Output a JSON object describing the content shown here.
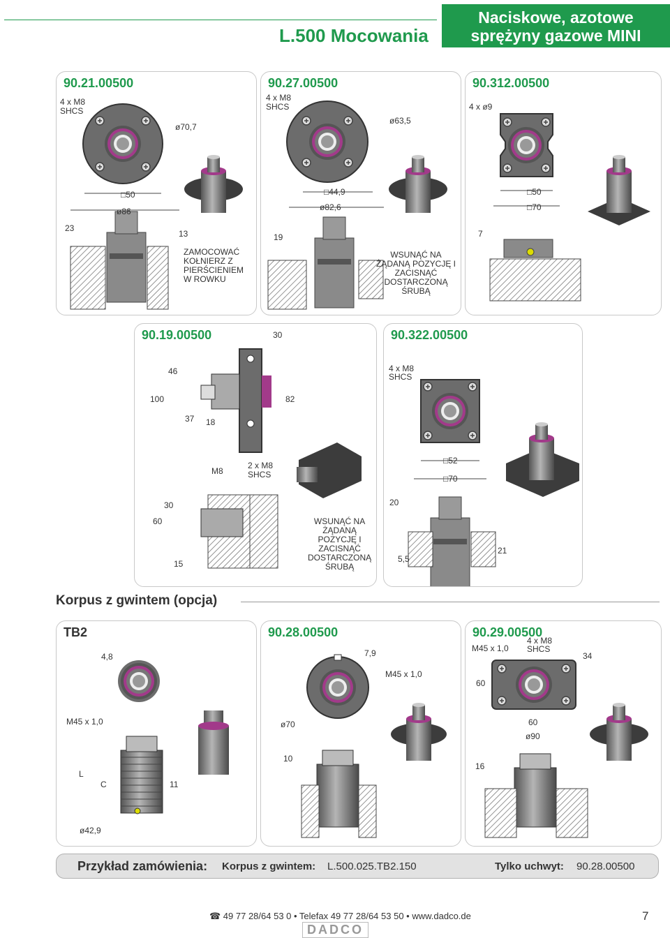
{
  "header": {
    "title": "L.500 Mocowania",
    "banner_line1": "Naciskowe, azotowe",
    "banner_line2": "sprężyny gazowe MINI"
  },
  "panels": {
    "p1": {
      "code": "90.21.00500",
      "bolts": "4 x M8",
      "bolts2": "SHCS",
      "d1": "ø70,7",
      "sq": "50",
      "d2": "ø86",
      "h1": "23",
      "h2": "13",
      "note": [
        "ZAMOCOWAĆ",
        "KOŁNIERZ Z",
        "PIERŚCIENIEM",
        "W ROWKU"
      ]
    },
    "p2": {
      "code": "90.27.00500",
      "bolts": "4 x M8",
      "bolts2": "SHCS",
      "d1": "ø63,5",
      "sq": "44,9",
      "d2": "ø82,6",
      "h1": "19",
      "note": [
        "WSUNĄĆ NA",
        "ŻĄDANĄ POZYCJĘ I",
        "ZACISNĄĆ",
        "DOSTARCZONĄ",
        "ŚRUBĄ"
      ]
    },
    "p3": {
      "code": "90.312.00500",
      "bolts": "4 x ø9",
      "sq1": "50",
      "sq2": "70",
      "h1": "7"
    },
    "p4": {
      "code": "90.19.00500",
      "w": "30",
      "a": "46",
      "b": "100",
      "c": "82",
      "d": "37",
      "e": "18",
      "m": "M8",
      "bolts": "2 x M8",
      "bolts2": "SHCS",
      "f": "30",
      "g": "60",
      "h": "15",
      "note": [
        "WSUNĄĆ NA",
        "ŻĄDANĄ",
        "POZYCJĘ I",
        "ZACISNĄĆ",
        "DOSTARCZONĄ",
        "ŚRUBĄ"
      ]
    },
    "p5": {
      "code": "90.322.00500",
      "bolts": "4 x M8",
      "bolts2": "SHCS",
      "sq1": "52",
      "sq2": "70",
      "a": "20",
      "b": "5,5",
      "c": "21"
    },
    "p6": {
      "code": "TB2",
      "a": "4,8",
      "thread": "M45 x 1,0",
      "L": "L",
      "C": "C",
      "b": "11",
      "d": "ø42,9"
    },
    "p7": {
      "code": "90.28.00500",
      "a": "7,9",
      "thread": "M45 x 1,0",
      "d": "ø70",
      "h": "10"
    },
    "p8": {
      "code": "90.29.00500",
      "thread": "M45 x 1,0",
      "bolts": "4 x M8",
      "bolts2": "SHCS",
      "a": "34",
      "b": "60",
      "c": "60",
      "d": "ø90",
      "h": "16"
    }
  },
  "section": {
    "title": "Korpus z gwintem (opcja)"
  },
  "order": {
    "label": "Przykład zamówienia:",
    "t1": "Korpus z gwintem:",
    "v1": "L.500.025.TB2.150",
    "t2": "Tylko uchwyt:",
    "v2": "90.28.00500"
  },
  "footer": {
    "contact": "☎ 49 77 28/64 53 0  •  Telefax 49 77 28/64 53 50  •  www.dadco.de",
    "page": "7",
    "logo": "DADCO"
  },
  "colors": {
    "brand": "#1f9a4d",
    "seal": "#a23a8a",
    "metal": "#707070",
    "dark": "#3c3c3c"
  }
}
